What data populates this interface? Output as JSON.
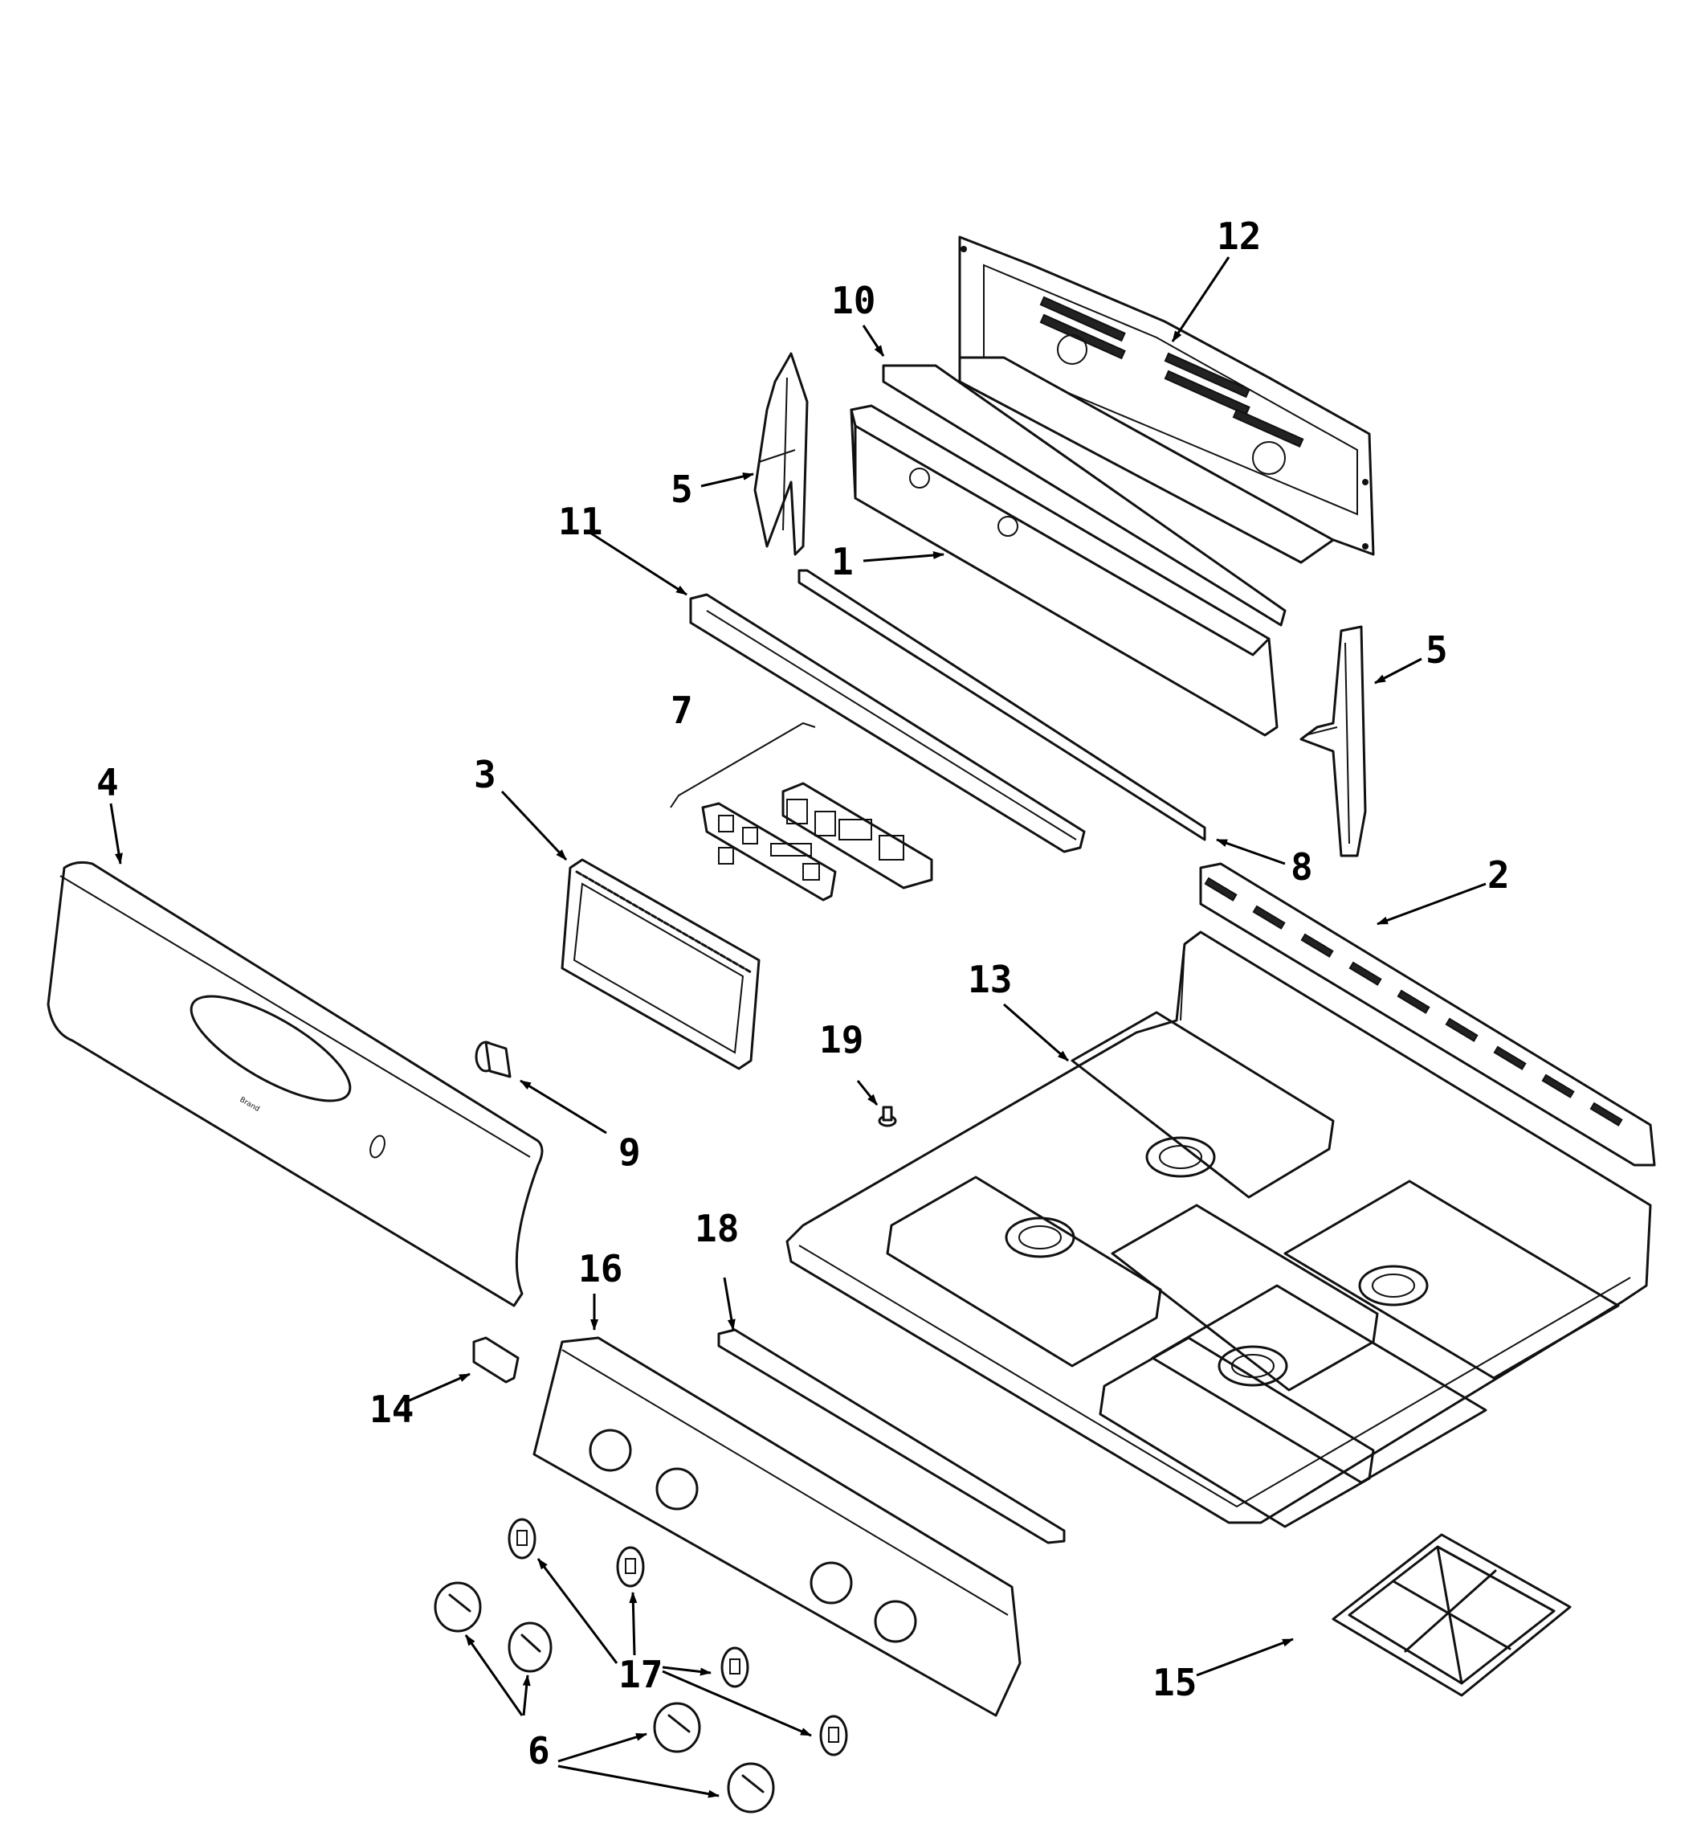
{
  "labels": {
    "p1": "1",
    "p2": "2",
    "p3": "3",
    "p4": "4",
    "p5a": "5",
    "p5b": "5",
    "p6": "6",
    "p7": "7",
    "p8": "8",
    "p9": "9",
    "p10": "10",
    "p11": "11",
    "p12": "12",
    "p13": "13",
    "p14": "14",
    "p15": "15",
    "p16": "16",
    "p17": "17",
    "p18": "18",
    "p19": "19"
  }
}
